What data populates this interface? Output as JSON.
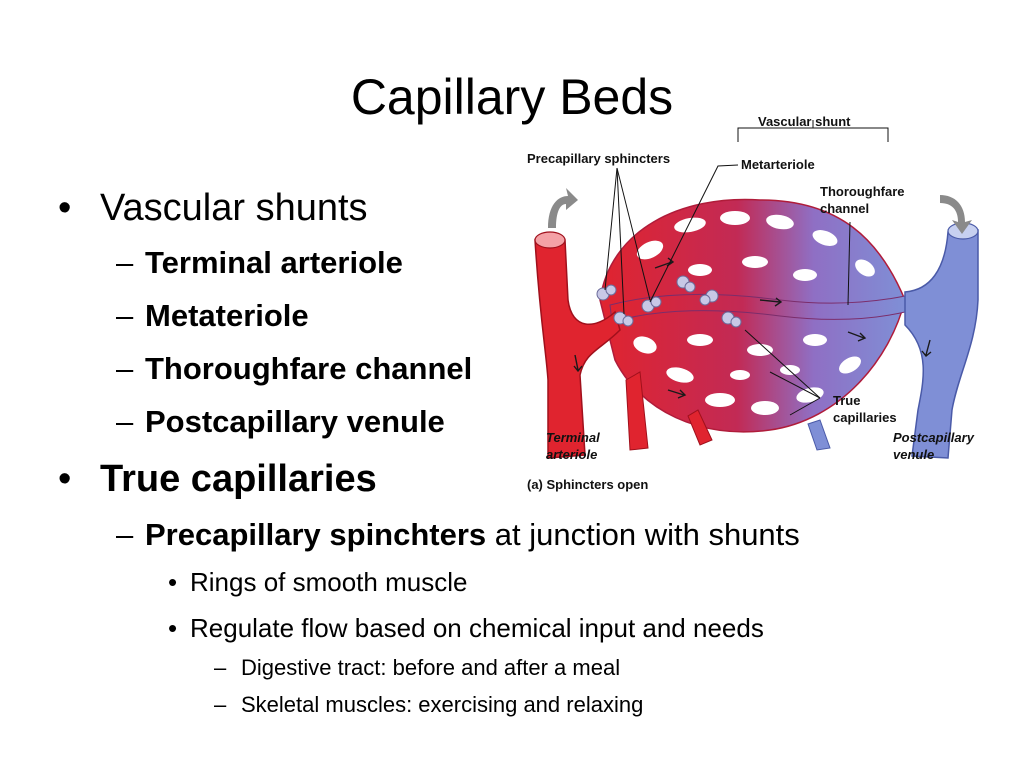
{
  "slide": {
    "title": "Capillary Beds",
    "bullets": {
      "vascular_shunts": "Vascular shunts",
      "terminal_arteriole": "Terminal arteriole",
      "metateriole": "Metateriole",
      "thoroughfare_channel": "Thoroughfare channel",
      "postcapillary_venule": "Postcapillary venule",
      "true_capillaries": "True capillaries",
      "precap_bold": "Precapillary spinchters",
      "precap_rest": " at junction with shunts",
      "rings": "Rings of smooth muscle",
      "regulate": "Regulate flow based on chemical input and needs",
      "digestive": "Digestive tract: before and after a meal",
      "skeletal": "Skeletal muscles: exercising and relaxing"
    },
    "markers": {
      "bullet": "•",
      "dash": "–"
    }
  },
  "diagram": {
    "labels": {
      "vascular_shunt": "Vascular shunt",
      "precapillary_sphincters": "Precapillary sphincters",
      "metarteriole": "Metarteriole",
      "thoroughfare_1": "Thoroughfare",
      "thoroughfare_2": "channel",
      "true_1": "True",
      "true_2": "capillaries",
      "terminal_1": "Terminal",
      "terminal_2": "arteriole",
      "postcap_1": "Postcapillary",
      "postcap_2": "venule",
      "caption": "(a) Sphincters open"
    },
    "colors": {
      "artery": "#e0242f",
      "vein": "#7f8fd6",
      "sphincter": "#c8c8e6",
      "arrow_gray": "#8a8a8a"
    }
  }
}
